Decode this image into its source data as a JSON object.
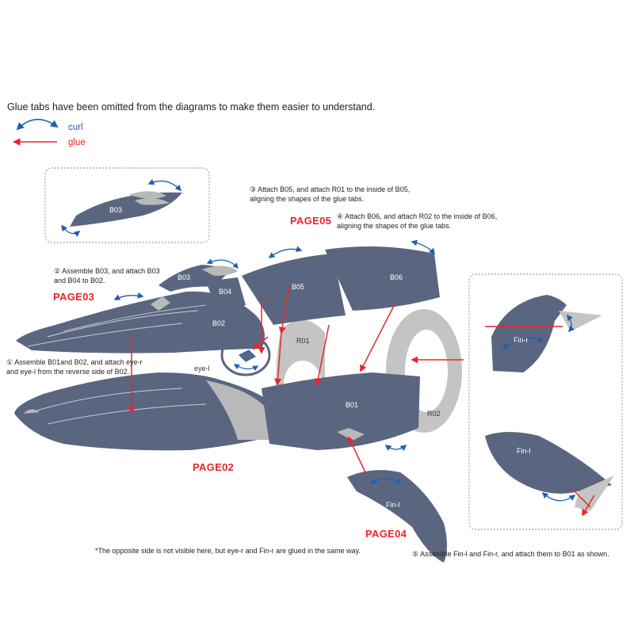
{
  "note": "Glue tabs have been omitted from the diagrams to make them easier to understand.",
  "legend": {
    "curl_label": "curl",
    "glue_label": "glue",
    "curl_color": "#1f5fb0",
    "glue_color": "#e8262b"
  },
  "colors": {
    "part_fill": "#5a6680",
    "part_inner": "#b9b9b9",
    "part_light": "#d9d9d9",
    "panel_border": "#888888"
  },
  "steps": {
    "step1": [
      "① Assemble B01and B02, and attach eye-r",
      "and eye-l from the reverse side of B02."
    ],
    "step2": [
      "② Assemble B03, and attach B03",
      "and B04 to B02."
    ],
    "step3": [
      "③ Attach B05, and attach R01 to the inside of B05,",
      "aligning the shapes of the glue tabs."
    ],
    "step4": [
      "④ Attach B06, and attach R02 to the inside of B06,",
      "aligning the shapes of the glue tabs."
    ],
    "step5": "⑤ Assemble Fin-l and Fin-r, and attach them to B01 as shown."
  },
  "pages": {
    "page02": "PAGE02",
    "page03": "PAGE03",
    "page04": "PAGE04",
    "page05": "PAGE05"
  },
  "parts": {
    "b01": "B01",
    "b02": "B02",
    "b03_inset": "B03",
    "b03": "B03",
    "b04": "B04",
    "b05": "B05",
    "b06": "B06",
    "r01": "R01",
    "r02": "R02",
    "eye_l": "eye-l",
    "fin_l": "Fin-l",
    "fin_r": "Fin-r",
    "fin_l_inset": "Fin-l"
  },
  "footnote": "*The opposite side is not visible here, but eye-r and Fin-r are glued in the same way."
}
